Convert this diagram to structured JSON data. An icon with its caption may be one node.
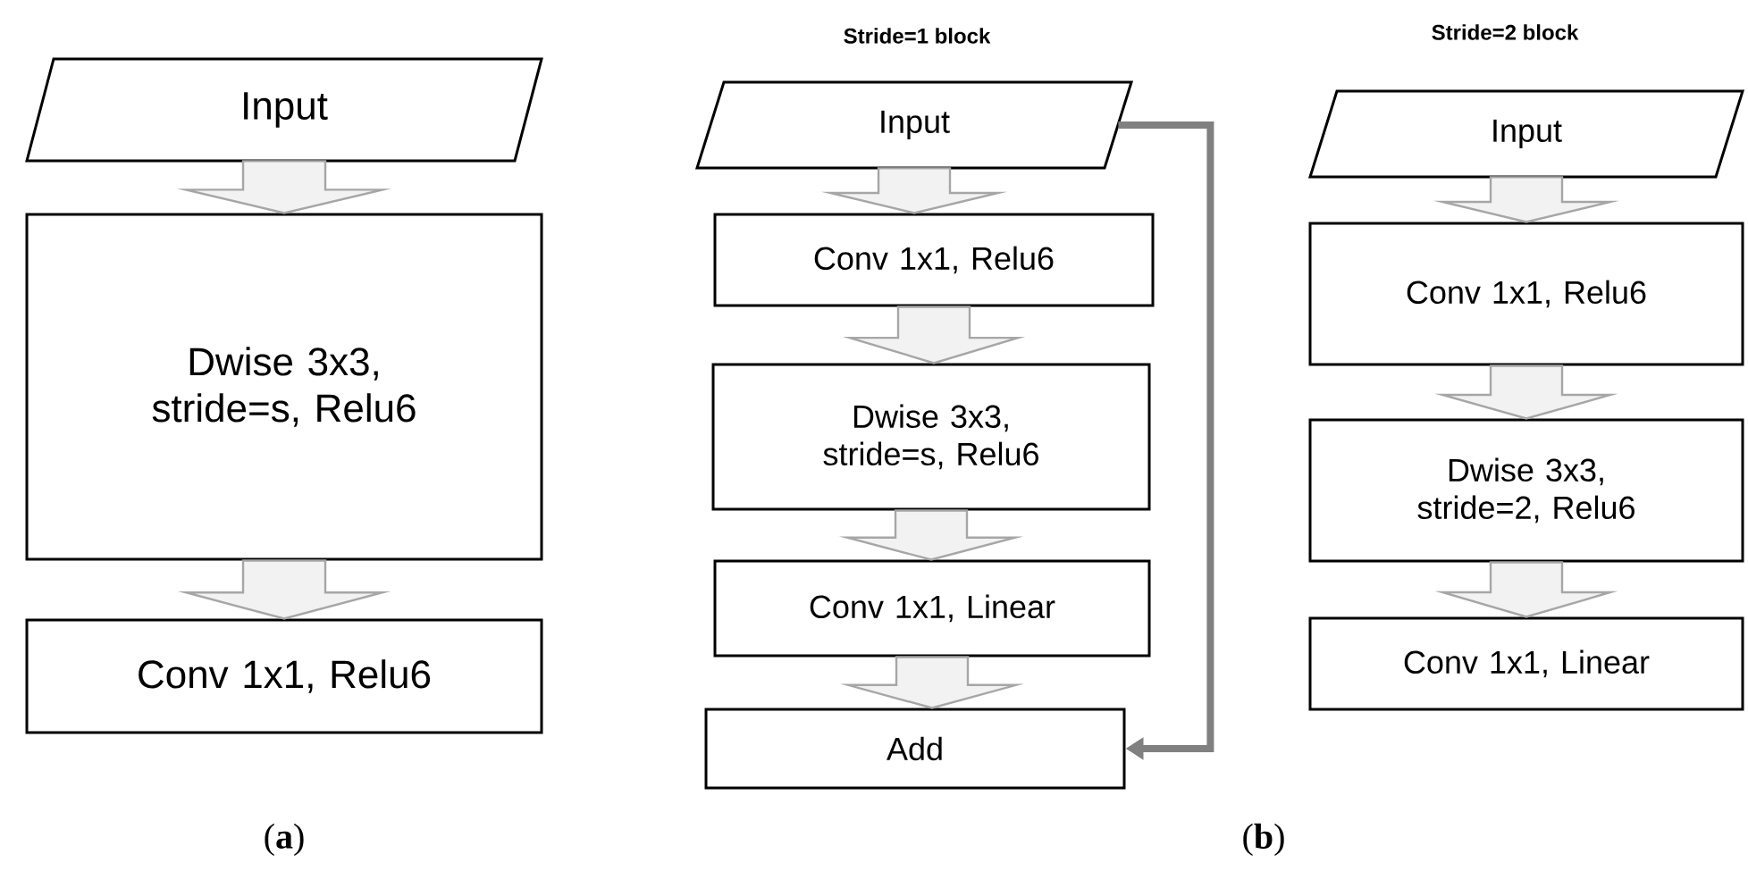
{
  "diagram": {
    "nodes": [
      {
        "text": [
          "Input"
        ]
      },
      {
        "text": [
          "Dwise 3x3, stride=s, Relu6"
        ]
      },
      {
        "text": [
          "Conv 1x1, Relu6"
        ]
      },
      {
        "text": [
          "Input"
        ]
      },
      {
        "text": [
          "Conv 1x1, Relu6"
        ]
      },
      {
        "text": [
          "Dwise 3x3, stride=s, Relu6"
        ]
      },
      {
        "text": [
          "Conv 1x1, Linear"
        ]
      },
      {
        "text": [
          "Add"
        ]
      },
      {
        "text": [
          "Input"
        ]
      },
      {
        "text": [
          "Conv 1x1, Relu6"
        ]
      },
      {
        "text": [
          "Dwise 3x3, stride=2, Relu6"
        ]
      },
      {
        "text": [
          "Conv 1x1, Linear"
        ]
      }
    ],
    "edges": [
      {
        "from": 0,
        "to": 1,
        "arrow": "to"
      },
      {
        "from": 1,
        "to": 2,
        "arrow": "to"
      },
      {
        "from": 3,
        "to": 4,
        "arrow": "to"
      },
      {
        "from": 4,
        "to": 5,
        "arrow": "to"
      },
      {
        "from": 5,
        "to": 6,
        "arrow": "to"
      },
      {
        "from": 6,
        "to": 7,
        "arrow": "to"
      },
      {
        "from": 3,
        "to": 7,
        "arrow": "to",
        "color": "#808080"
      },
      {
        "from": 8,
        "to": 9,
        "arrow": "to"
      },
      {
        "from": 9,
        "to": 10,
        "arrow": "to"
      },
      {
        "from": 10,
        "to": 11,
        "arrow": "to"
      }
    ],
    "labels": [
      "Stride=1 block",
      "Stride=2 block",
      "(**a**)",
      "(**b**)"
    ]
  }
}
